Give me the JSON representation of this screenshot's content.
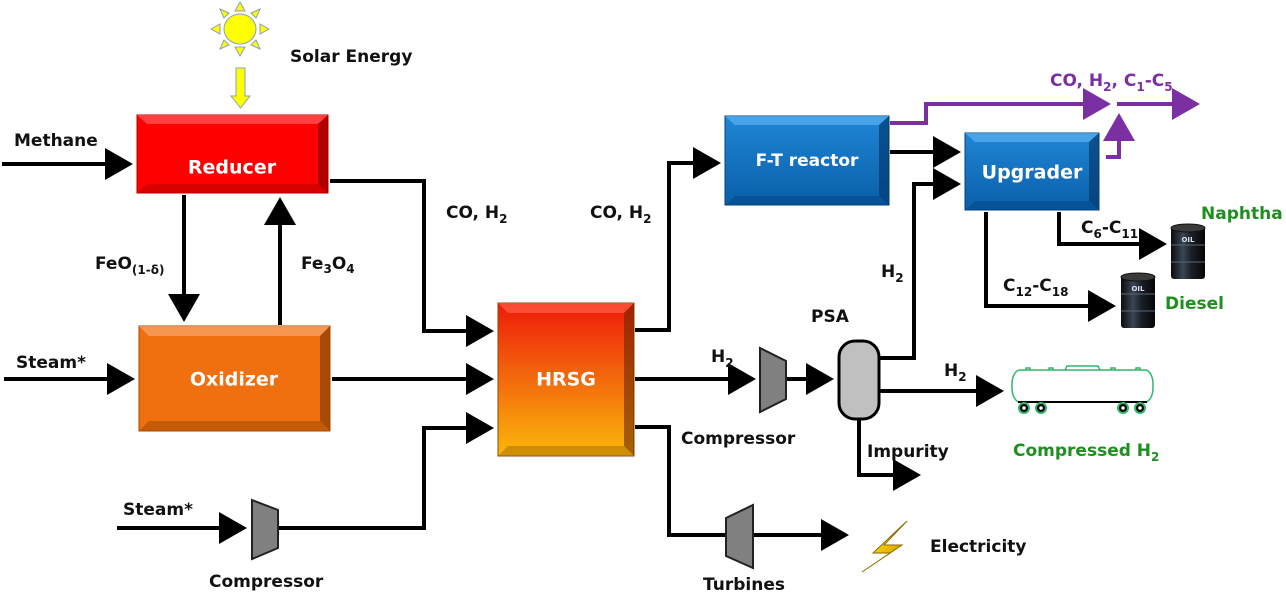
{
  "units": {
    "reducer": "Reducer",
    "oxidizer": "Oxidizer",
    "hrsg": "HRSG",
    "ft_reactor": "F-T reactor",
    "upgrader": "Upgrader",
    "psa": "PSA",
    "compressor_left": "Compressor",
    "compressor_right": "Compressor",
    "turbines": "Turbines"
  },
  "inputs": {
    "solar_energy": "Solar Energy",
    "methane": "Methane",
    "steam_oxidizer": "Steam*",
    "steam_compressor": "Steam*"
  },
  "streams": {
    "feo": {
      "base": "FeO",
      "sub": "(1-δ)"
    },
    "fe3o4": {
      "p1": "Fe",
      "s1": "3",
      "p2": "O",
      "s2": "4"
    },
    "reducer_out": {
      "base": "CO, H",
      "sub": "2"
    },
    "hrsg_to_ft": {
      "base": "CO, H",
      "sub": "2"
    },
    "hrsg_to_compressor": {
      "base": "H",
      "sub": "2"
    },
    "psa_to_upgrader": {
      "base": "H",
      "sub": "2"
    },
    "psa_to_storage": {
      "base": "H",
      "sub": "2"
    },
    "light_gases": {
      "p1": "CO, H",
      "s1": "2",
      "p2": ", C",
      "s2": "1",
      "p3": "-C",
      "s3": "5"
    },
    "naphtha_cut": {
      "p1": "C",
      "s1": "6",
      "p2": "-C",
      "s2": "11"
    },
    "diesel_cut": {
      "p1": "C",
      "s1": "12",
      "p2": "-C",
      "s2": "18"
    },
    "impurity": "Impurity"
  },
  "products": {
    "naphtha": "Naphtha",
    "diesel": "Diesel",
    "compressed_h2": {
      "base": "Compressed H",
      "sub": "2"
    },
    "electricity": "Electricity",
    "barrel_label": "OIL"
  },
  "colors": {
    "reducer": "#ff0000",
    "oxidizer": "#f07010",
    "hrsg_top": "#ee1a0a",
    "hrsg_bottom": "#fbb80a",
    "blue_unit": "#0a6fc0",
    "purple_stream": "#7a2fa3",
    "green_product": "#1f8f1f",
    "equipment_gray": "#808080",
    "psa_gray": "#c0c0c0",
    "sun": "#ffff00"
  }
}
